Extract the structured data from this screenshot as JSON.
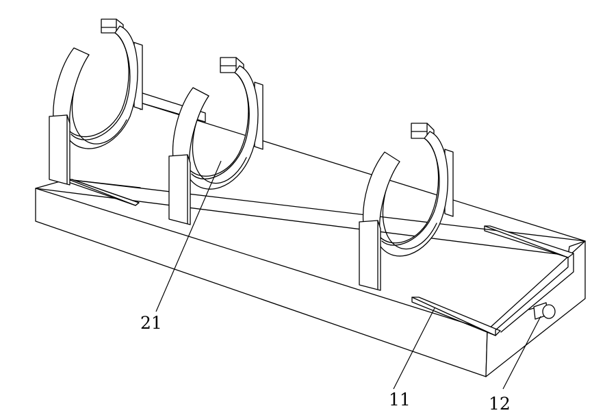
{
  "labels": {
    "part_21": "21",
    "part_11": "11",
    "part_12": "12"
  },
  "colors": {
    "line": "#000000",
    "background": "#ffffff"
  }
}
